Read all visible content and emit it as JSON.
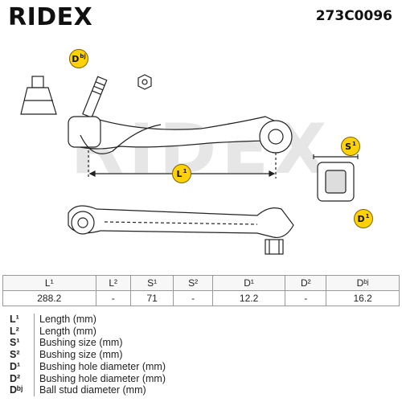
{
  "header": {
    "brand": "RIDEX",
    "part_number": "273C0096"
  },
  "watermark": "RIDEX",
  "badges": {
    "dbj": "D",
    "dbj_sup": "bj",
    "s1": "S",
    "s1_sup": "1",
    "d1": "D",
    "d1_sup": "1",
    "l1": "L",
    "l1_sup": "1"
  },
  "spec_table": {
    "headers": [
      "L¹",
      "L²",
      "S¹",
      "S²",
      "D¹",
      "D²",
      "Dᵇʲ"
    ],
    "values": [
      "288.2",
      "-",
      "71",
      "-",
      "12.2",
      "-",
      "16.2"
    ]
  },
  "legend": [
    {
      "sym": "L¹",
      "desc": "Length (mm)"
    },
    {
      "sym": "L²",
      "desc": "Length (mm)"
    },
    {
      "sym": "S¹",
      "desc": "Bushing size (mm)"
    },
    {
      "sym": "S²",
      "desc": "Bushing size (mm)"
    },
    {
      "sym": "D¹",
      "desc": "Bushing hole diameter (mm)"
    },
    {
      "sym": "D²",
      "desc": "Bushing hole diameter (mm)"
    },
    {
      "sym": "Dᵇʲ",
      "desc": "Ball stud diameter (mm)"
    }
  ],
  "colors": {
    "badge": "#ffd200",
    "line": "#222222",
    "watermark": "#e6e6e6"
  }
}
